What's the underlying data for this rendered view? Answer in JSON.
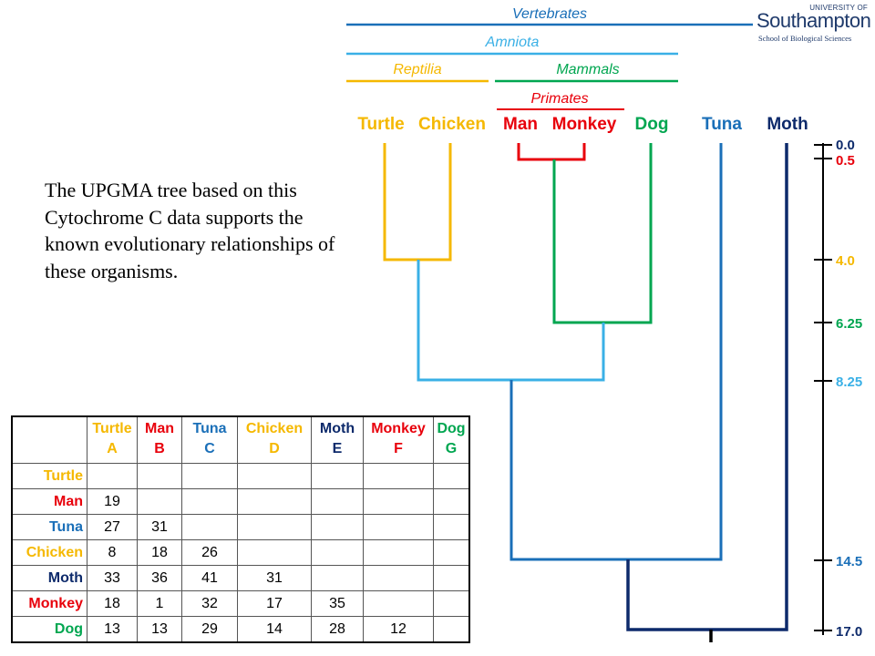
{
  "logo": {
    "university_of": "UNIVERSITY OF",
    "name": "Southampton",
    "school": "School of Biological Sciences"
  },
  "caption": "The UPGMA tree based on this Cytochrome C data supports the known evolutionary relationships of these organisms.",
  "colors": {
    "turtle": "#f5b800",
    "chicken": "#f5b800",
    "man": "#e8000b",
    "monkey": "#e8000b",
    "dog": "#00a650",
    "tuna": "#1a6fb8",
    "moth": "#0d2a6b",
    "amniota": "#3ab0e6",
    "node_8_25": "#3ab0e6",
    "node_14_5": "#1a6fb8",
    "node_17": "#0d2a6b"
  },
  "clades": [
    {
      "label": "Vertebrates",
      "color": "#1a6fb8"
    },
    {
      "label": "Amniota",
      "color": "#3ab0e6"
    },
    {
      "label": "Reptilia",
      "color": "#f5b800"
    },
    {
      "label": "Mammals",
      "color": "#00a650"
    },
    {
      "label": "Primates",
      "color": "#e8000b"
    }
  ],
  "leaves": [
    {
      "label": "Turtle",
      "color": "#f5b800"
    },
    {
      "label": "Chicken",
      "color": "#f5b800"
    },
    {
      "label": "Man",
      "color": "#e8000b"
    },
    {
      "label": "Monkey",
      "color": "#e8000b"
    },
    {
      "label": "Dog",
      "color": "#00a650"
    },
    {
      "label": "Tuna",
      "color": "#1a6fb8"
    },
    {
      "label": "Moth",
      "color": "#0d2a6b"
    }
  ],
  "scale": [
    {
      "value": "0.0",
      "color": "#0d2a6b"
    },
    {
      "value": "0.5",
      "color": "#e8000b"
    },
    {
      "value": "4.0",
      "color": "#f5b800"
    },
    {
      "value": "6.25",
      "color": "#00a650"
    },
    {
      "value": "8.25",
      "color": "#3ab0e6"
    },
    {
      "value": "14.5",
      "color": "#1a6fb8"
    },
    {
      "value": "17.0",
      "color": "#0d2a6b"
    }
  ],
  "table": {
    "columns": [
      {
        "name": "Turtle",
        "letter": "A",
        "color": "#f5b800"
      },
      {
        "name": "Man",
        "letter": "B",
        "color": "#e8000b"
      },
      {
        "name": "Tuna",
        "letter": "C",
        "color": "#1a6fb8"
      },
      {
        "name": "Chicken",
        "letter": "D",
        "color": "#f5b800"
      },
      {
        "name": "Moth",
        "letter": "E",
        "color": "#0d2a6b"
      },
      {
        "name": "Monkey",
        "letter": "F",
        "color": "#e8000b"
      },
      {
        "name": "Dog",
        "letter": "G",
        "color": "#00a650"
      }
    ],
    "rows": [
      {
        "name": "Turtle",
        "color": "#f5b800",
        "values": [
          "",
          "",
          "",
          "",
          "",
          "",
          ""
        ]
      },
      {
        "name": "Man",
        "color": "#e8000b",
        "values": [
          "19",
          "",
          "",
          "",
          "",
          "",
          ""
        ]
      },
      {
        "name": "Tuna",
        "color": "#1a6fb8",
        "values": [
          "27",
          "31",
          "",
          "",
          "",
          "",
          ""
        ]
      },
      {
        "name": "Chicken",
        "color": "#f5b800",
        "values": [
          "8",
          "18",
          "26",
          "",
          "",
          "",
          ""
        ]
      },
      {
        "name": "Moth",
        "color": "#0d2a6b",
        "values": [
          "33",
          "36",
          "41",
          "31",
          "",
          "",
          ""
        ]
      },
      {
        "name": "Monkey",
        "color": "#e8000b",
        "values": [
          "18",
          "1",
          "32",
          "17",
          "35",
          "",
          ""
        ]
      },
      {
        "name": "Dog",
        "color": "#00a650",
        "values": [
          "13",
          "13",
          "29",
          "14",
          "28",
          "12",
          ""
        ]
      }
    ]
  }
}
